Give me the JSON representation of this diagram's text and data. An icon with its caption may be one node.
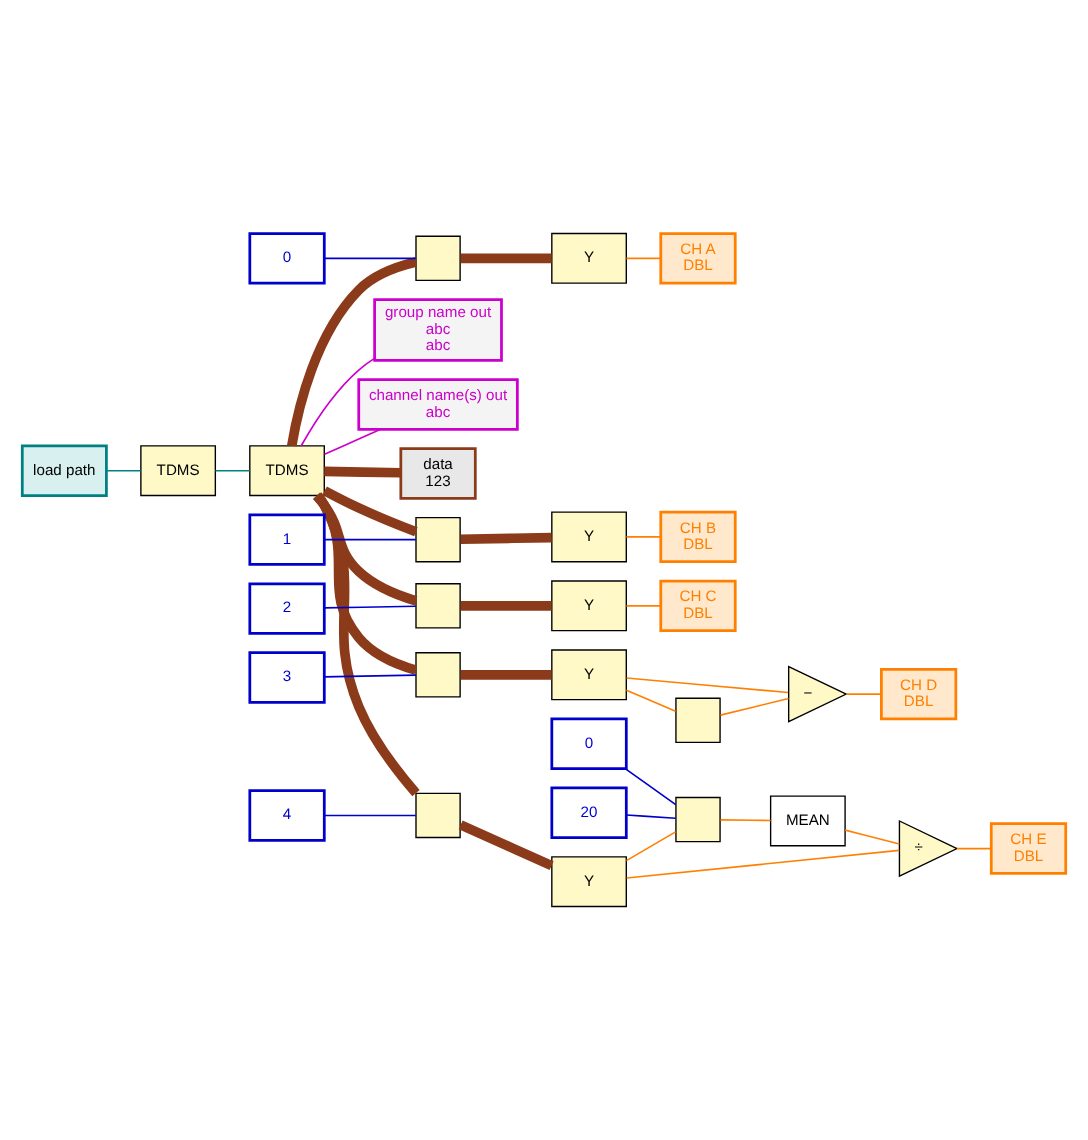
{
  "diagram": {
    "nodes": [
      {
        "text": [
          "load path"
        ]
      },
      {
        "text": [
          "TDMS"
        ]
      },
      {
        "text": [
          "TDMS"
        ]
      },
      {
        "text": [
          "group name out",
          "abc",
          "abc"
        ]
      },
      {
        "text": [
          "channel name(s) out",
          "abc"
        ]
      },
      {
        "text": [
          "data",
          "123"
        ]
      },
      {
        "text": [],
        "shape": "box"
      },
      {
        "text": [
          "0"
        ]
      },
      {
        "text": [
          "Y"
        ]
      },
      {
        "text": [
          "CH A",
          "DBL"
        ]
      },
      {
        "text": [],
        "shape": "box"
      },
      {
        "text": [
          "1"
        ]
      },
      {
        "text": [
          "Y"
        ]
      },
      {
        "text": [
          "CH B",
          "DBL"
        ]
      },
      {
        "text": [],
        "shape": "box"
      },
      {
        "text": [
          "2"
        ]
      },
      {
        "text": [
          "Y"
        ]
      },
      {
        "text": [
          "CH C",
          "DBL"
        ]
      },
      {
        "text": [],
        "shape": "box"
      },
      {
        "text": [
          "3"
        ]
      },
      {
        "text": [
          "Y"
        ]
      },
      {
        "text": [],
        "shape": "box"
      },
      {
        "text": [
          "−"
        ]
      },
      {
        "text": [
          "CH D",
          "DBL"
        ]
      },
      {
        "text": [],
        "shape": "box"
      },
      {
        "text": [
          "4"
        ]
      },
      {
        "text": [
          "Y"
        ]
      },
      {
        "text": [],
        "shape": "box"
      },
      {
        "text": [
          "0"
        ]
      },
      {
        "text": [
          "20"
        ]
      },
      {
        "text": [
          "MEAN"
        ]
      },
      {
        "text": [
          "÷"
        ]
      },
      {
        "text": [
          "CH E",
          "DBL"
        ]
      }
    ],
    "edges": [
      {
        "from": 0,
        "to": 1,
        "arrow": "none",
        "color": "#008080"
      },
      {
        "from": 1,
        "to": 2,
        "arrow": "none",
        "color": "#008080"
      },
      {
        "from": 2,
        "to": 3,
        "arrow": "none",
        "color": "#cc00cc"
      },
      {
        "from": 2,
        "to": 4,
        "arrow": "none",
        "color": "#cc00cc"
      },
      {
        "from": 2,
        "to": 5,
        "arrow": "none",
        "style": "thick",
        "color": "#8b3a1a"
      },
      {
        "from": 2,
        "to": 6,
        "arrow": "none",
        "style": "thick",
        "color": "#8b3a1a"
      },
      {
        "from": 2,
        "to": 10,
        "arrow": "none",
        "style": "thick",
        "color": "#8b3a1a"
      },
      {
        "from": 2,
        "to": 14,
        "arrow": "none",
        "style": "thick",
        "color": "#8b3a1a"
      },
      {
        "from": 2,
        "to": 18,
        "arrow": "none",
        "style": "thick",
        "color": "#8b3a1a"
      },
      {
        "from": 2,
        "to": 24,
        "arrow": "none",
        "style": "thick",
        "color": "#8b3a1a"
      },
      {
        "from": 7,
        "to": 6,
        "arrow": "none",
        "color": "#0000cc"
      },
      {
        "from": 6,
        "to": 8,
        "arrow": "none",
        "style": "thick",
        "color": "#8b3a1a"
      },
      {
        "from": 8,
        "to": 9,
        "arrow": "none"
      },
      {
        "from": 11,
        "to": 10,
        "arrow": "none",
        "color": "#0000cc"
      },
      {
        "from": 10,
        "to": 12,
        "arrow": "none",
        "style": "thick",
        "color": "#8b3a1a"
      },
      {
        "from": 12,
        "to": 13,
        "arrow": "none"
      },
      {
        "from": 15,
        "to": 14,
        "arrow": "none",
        "color": "#0000cc"
      },
      {
        "from": 14,
        "to": 16,
        "arrow": "none",
        "style": "thick",
        "color": "#8b3a1a"
      },
      {
        "from": 16,
        "to": 17,
        "arrow": "none"
      },
      {
        "from": 19,
        "to": 18,
        "arrow": "none",
        "color": "#0000cc"
      },
      {
        "from": 18,
        "to": 20,
        "arrow": "none",
        "style": "thick",
        "color": "#8b3a1a"
      },
      {
        "from": 20,
        "to": 22,
        "arrow": "none"
      },
      {
        "from": 20,
        "to": 21,
        "arrow": "none"
      },
      {
        "from": 21,
        "to": 22,
        "arrow": "none"
      },
      {
        "from": 22,
        "to": 23,
        "arrow": "none"
      },
      {
        "from": 25,
        "to": 24,
        "arrow": "none",
        "color": "#0000cc"
      },
      {
        "from": 24,
        "to": 26,
        "arrow": "none",
        "style": "thick",
        "color": "#8b3a1a"
      },
      {
        "from": 26,
        "to": 31,
        "arrow": "none"
      },
      {
        "from": 26,
        "to": 27,
        "arrow": "none"
      },
      {
        "from": 28,
        "to": 27,
        "arrow": "none",
        "color": "#0000cc"
      },
      {
        "from": 29,
        "to": 27,
        "arrow": "none",
        "color": "#0000cc"
      },
      {
        "from": 27,
        "to": 30,
        "arrow": "none"
      },
      {
        "from": 30,
        "to": 31,
        "arrow": "none"
      },
      {
        "from": 31,
        "to": 32,
        "arrow": "none"
      }
    ]
  }
}
